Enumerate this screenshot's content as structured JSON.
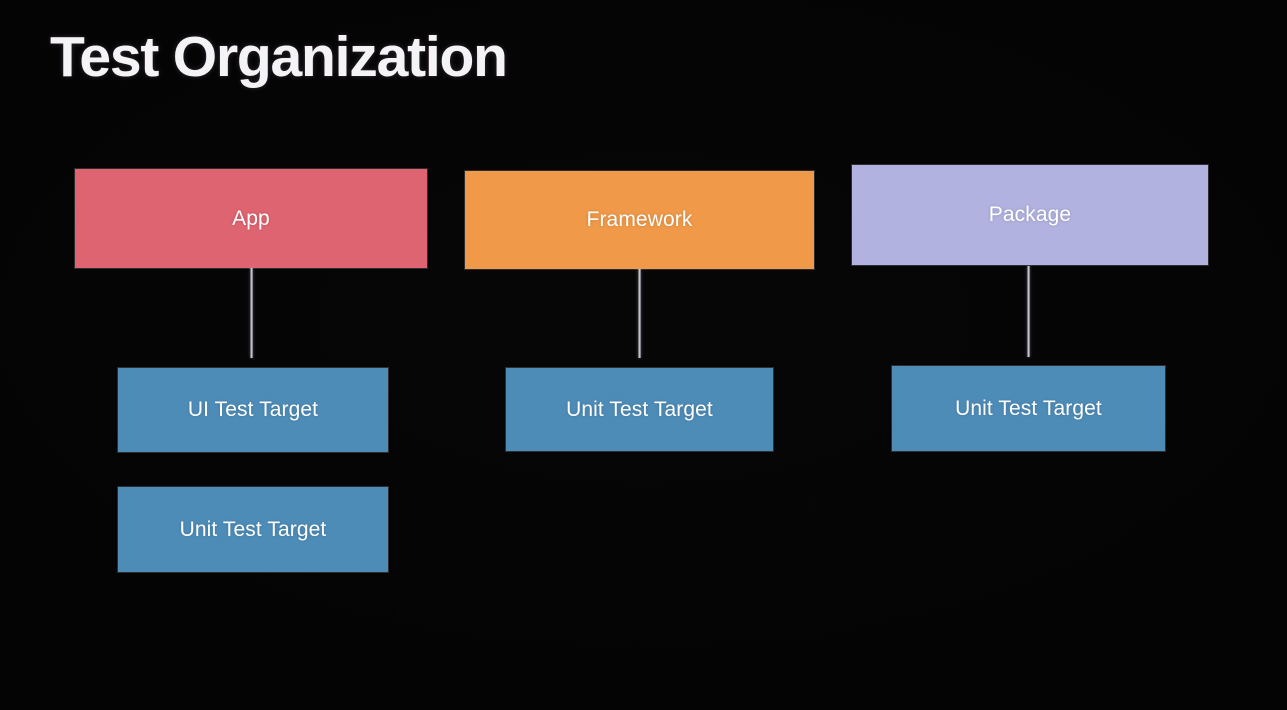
{
  "slide": {
    "title": "Test Organization",
    "background_color": "#000000",
    "title_color": "#f4f4f6"
  },
  "diagram": {
    "type": "hierarchy",
    "columns": [
      {
        "name": "app-column",
        "parent": {
          "label": "App",
          "color": "#df6471",
          "text_color": "#ffffff"
        },
        "children": [
          {
            "label": "UI Test Target",
            "color": "#4e8cb8",
            "text_color": "#ffffff"
          },
          {
            "label": "Unit Test Target",
            "color": "#4e8cb8",
            "text_color": "#ffffff"
          }
        ]
      },
      {
        "name": "framework-column",
        "parent": {
          "label": "Framework",
          "color": "#f09948",
          "text_color": "#ffffff"
        },
        "children": [
          {
            "label": "Unit Test Target",
            "color": "#4e8cb8",
            "text_color": "#ffffff"
          }
        ]
      },
      {
        "name": "package-column",
        "parent": {
          "label": "Package",
          "color": "#b2b2e0",
          "text_color": "#ffffff"
        },
        "children": [
          {
            "label": "Unit Test Target",
            "color": "#4e8cb8",
            "text_color": "#ffffff"
          }
        ]
      }
    ],
    "connector_color": "#e8e8f0"
  }
}
